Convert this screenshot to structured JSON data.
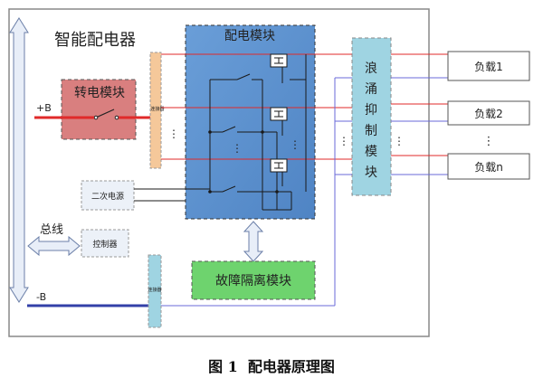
{
  "diagram": {
    "title": "智能配电器",
    "power_module": "配电模块",
    "transfer_module": "转电模块",
    "surge_module_chars": [
      "浪",
      "涌",
      "抑",
      "制",
      "模",
      "块"
    ],
    "fault_module": "故障隔离模块",
    "secondary_power": "二次电源",
    "controller": "控制器",
    "bus_label": "总线",
    "plus_b": "+B",
    "minus_b": "-B",
    "connector_small": "连接器",
    "loads": [
      "负载1",
      "负载2",
      "负载n"
    ],
    "dots": "⋮"
  },
  "caption": {
    "fig_no": "图 1",
    "text": "配电器原理图"
  },
  "colors": {
    "power_module_fill": "#5a8fd0",
    "transfer_module_fill": "#d97f7f",
    "surge_module_fill": "#9fd4e2",
    "fault_module_fill": "#6ed36e",
    "bus_arrow_fill": "#e8eef8",
    "positive_line": "#e02a2a",
    "negative_line": "#3340a8",
    "connector_fill": "#f5c89a"
  }
}
